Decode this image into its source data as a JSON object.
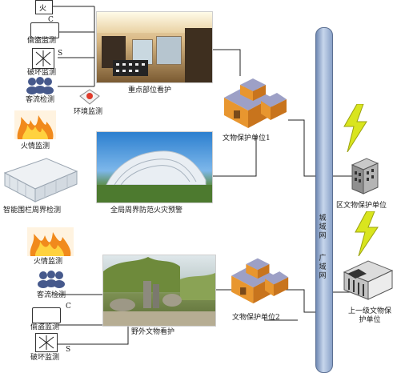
{
  "labels": {
    "fire_top": "火",
    "theft_monitor_1": "偷盗监测",
    "damage_monitor_1": "破坏监测",
    "crowd_monitor_1": "客流检测",
    "env_monitor": "环境监测",
    "key_area": "重点部位看护",
    "unit_1": "文物保护单位1",
    "fire_monitor_1": "火情监测",
    "fence_monitor": "智能围栏周界检测",
    "perimeter_fire": "全局周界防范火灾预警",
    "fire_monitor_2": "火情监测",
    "crowd_monitor_2": "客流检测",
    "theft_monitor_2": "偷盗监测",
    "damage_monitor_2": "破坏监测",
    "outdoor_relic": "野外文物看护",
    "unit_2": "文物保护单位2",
    "district_unit": "区文物保护单位",
    "upper_unit": "上一级文物保护单位",
    "metro_net": "城域网",
    "wan_net": "广域网",
    "tag_c1": "C",
    "tag_s1": "S",
    "tag_c2": "C",
    "tag_s2": "S"
  },
  "colors": {
    "backbone": "#9fb6d6",
    "lightning": "#d9e51e",
    "building_orange": "#e8962f",
    "building_roof": "#8f8fb5"
  }
}
